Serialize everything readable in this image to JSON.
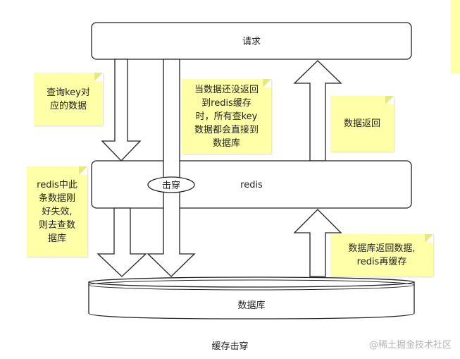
{
  "boxes": {
    "request": "请求",
    "redis": "redis",
    "database": "数据库",
    "breakdown_tag": "击穿"
  },
  "notes": {
    "query_key": "查询key对\n应的数据",
    "before_return": "当数据还没返回\n到redis缓存\n时，所有查key\n数据都会直接到\n数据库",
    "data_return": "数据返回",
    "redis_expired": "redis中此\n条数据刚\n好失效,\n则去查数\n据库",
    "db_return": "数据库返回数据,\n redis再缓存"
  },
  "caption": "缓存击穿",
  "watermark": "@稀土掘金技术社区",
  "colors": {
    "note_bg": "#ffffa8",
    "stroke": "#222222",
    "box_fill": "#ffffff"
  }
}
